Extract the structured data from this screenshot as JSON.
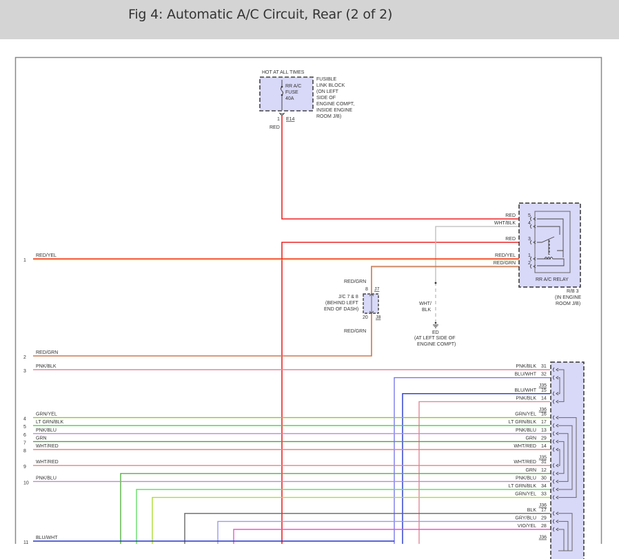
{
  "header": {
    "title": "Fig 4: Automatic A/C Circuit, Rear (2 of 2)"
  },
  "fuse_block": {
    "hot_label": "HOT AT ALL TIMES",
    "fuse_lines": [
      "RR A/C",
      "FUSE",
      "40A"
    ],
    "desc_lines": [
      "FUSIBLE",
      "LINK BLOCK",
      "(ON LEFT",
      "SIDE OF",
      "ENGINE COMPT,",
      "INSIDE ENGINE",
      "ROOM J/B)"
    ],
    "pin": "1",
    "connector": "E14",
    "wire_color_label": "RED"
  },
  "relay": {
    "name": "RR A/C RELAY",
    "location_lines": [
      "R/B 3",
      "(IN ENGINE",
      "ROOM J/B)"
    ],
    "pins": [
      {
        "pin": "5",
        "wire": "RED",
        "color": "#ee2222"
      },
      {
        "pin": "4",
        "wire": "WHT/BLK",
        "color": "#bbbbbb"
      },
      {
        "pin": "3",
        "wire": "RED",
        "color": "#ee2222"
      },
      {
        "pin": "1",
        "wire": "RED/YEL",
        "color": "#ee3300"
      },
      {
        "pin": "2",
        "wire": "RED/GRN",
        "color": "#c87850"
      }
    ]
  },
  "junction": {
    "label_lines": [
      "J/C 7 & 8",
      "(BEHIND LEFT",
      "END OF DASH)"
    ],
    "top_pin": "8",
    "top_conn": "J7",
    "bottom_pin": "20",
    "bottom_conn": "J8",
    "top_wire": "RED/GRN",
    "bottom_wire": "RED/GRN"
  },
  "ground": {
    "wire_lines": [
      "WHT/",
      "BLK"
    ],
    "name": "ED",
    "location_lines": [
      "(AT LEFT SIDE OF",
      "ENGINE COMPT)"
    ]
  },
  "left_wires": [
    {
      "num": "1",
      "label": "RED/YEL",
      "color": "#ee3300"
    },
    {
      "num": "2",
      "label": "RED/GRN",
      "color": "#c87850"
    },
    {
      "num": "3",
      "label": "PNK/BLK",
      "color": "#e08898"
    },
    {
      "num": "4",
      "label": "GRN/YEL",
      "color": "#88cc22"
    },
    {
      "num": "5",
      "label": "LT GRN/BLK",
      "color": "#33dd33"
    },
    {
      "num": "6",
      "label": "PNK/BLU",
      "color": "#bb88dd"
    },
    {
      "num": "7",
      "label": "GRN",
      "color": "#44aa33"
    },
    {
      "num": "8",
      "label": "WHT/RED",
      "color": "#ee8080"
    },
    {
      "num": "9",
      "label": "WHT/RED",
      "color": "#ee8080"
    },
    {
      "num": "10",
      "label": "PNK/BLU",
      "color": "#bb88dd"
    },
    {
      "num": "11",
      "label": "BLU/WHT",
      "color": "#2233cc"
    }
  ],
  "right_connector": {
    "rows": [
      {
        "type": "pin",
        "wire": "PNK/BLK",
        "pin": "31",
        "color": "#e08898"
      },
      {
        "type": "pin",
        "wire": "BLU/WHT",
        "pin": "32",
        "color": "#7777ee"
      },
      {
        "type": "conn",
        "name": "J35"
      },
      {
        "type": "pin",
        "wire": "BLU/WHT",
        "pin": "15",
        "color": "#2233cc"
      },
      {
        "type": "pin",
        "wire": "PNK/BLK",
        "pin": "14",
        "color": "#e08898"
      },
      {
        "type": "conn",
        "name": "J36"
      },
      {
        "type": "pin",
        "wire": "GRN/YEL",
        "pin": "16",
        "color": "#88cc22"
      },
      {
        "type": "pin",
        "wire": "LT GRN/BLK",
        "pin": "17",
        "color": "#33dd33"
      },
      {
        "type": "pin",
        "wire": "PNK/BLU",
        "pin": "13",
        "color": "#bb88dd"
      },
      {
        "type": "pin",
        "wire": "GRN",
        "pin": "29",
        "color": "#44aa33"
      },
      {
        "type": "pin",
        "wire": "WHT/RED",
        "pin": "14",
        "color": "#ee8080"
      },
      {
        "type": "conn",
        "name": "J35"
      },
      {
        "type": "pin",
        "wire": "WHT/RED",
        "pin": "31",
        "color": "#ee8080"
      },
      {
        "type": "pin",
        "wire": "GRN",
        "pin": "12",
        "color": "#55b040"
      },
      {
        "type": "pin",
        "wire": "PNK/BLU",
        "pin": "30",
        "color": "#bb88dd"
      },
      {
        "type": "pin",
        "wire": "LT GRN/BLK",
        "pin": "34",
        "color": "#66dd66"
      },
      {
        "type": "pin",
        "wire": "GRN/YEL",
        "pin": "33",
        "color": "#aadd33"
      },
      {
        "type": "conn",
        "name": "J36"
      },
      {
        "type": "pin",
        "wire": "BLK",
        "pin": "17",
        "color": "#666666"
      },
      {
        "type": "pin",
        "wire": "GRY/BLU",
        "pin": "29",
        "color": "#9999ee"
      },
      {
        "type": "pin",
        "wire": "VIO/YEL",
        "pin": "28",
        "color": "#ee55cc"
      },
      {
        "type": "conn",
        "name": "J36"
      }
    ]
  }
}
